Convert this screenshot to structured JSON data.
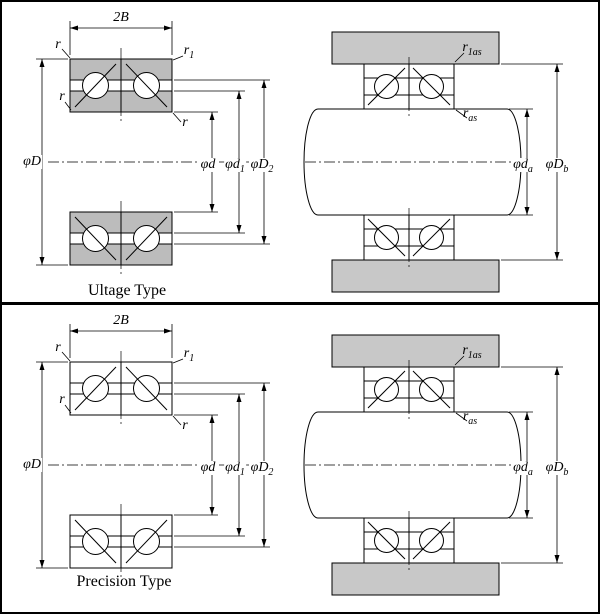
{
  "panels": [
    {
      "caption": "Ultage Type",
      "left": {
        "two_b": "2B",
        "r_top_left": "r",
        "r1_top_right": {
          "base": "r",
          "sub": "1"
        },
        "r_inner_left": "r",
        "r_inner_right": "r",
        "outer_diameter": "φD",
        "bore_diameter": "φd",
        "d1": {
          "base": "φd",
          "sub": "1"
        },
        "D2": {
          "base": "φD",
          "sub": "2"
        }
      },
      "right": {
        "r1as": {
          "base": "r",
          "sub": "1as"
        },
        "ras": {
          "base": "r",
          "sub": "as"
        },
        "da": {
          "base": "φd",
          "sub": "a"
        },
        "Db": {
          "base": "φD",
          "sub": "b"
        }
      }
    },
    {
      "caption": "Precision Type",
      "left": {
        "two_b": "2B",
        "r_top_left": "r",
        "r1_top_right": {
          "base": "r",
          "sub": "1"
        },
        "r_inner_left": "r",
        "r_inner_right": "r",
        "outer_diameter": "φD",
        "bore_diameter": "φd",
        "d1": {
          "base": "φd",
          "sub": "1"
        },
        "D2": {
          "base": "φD",
          "sub": "2"
        }
      },
      "right": {
        "r1as": {
          "base": "r",
          "sub": "1as"
        },
        "ras": {
          "base": "r",
          "sub": "as"
        },
        "da": {
          "base": "φd",
          "sub": "a"
        },
        "Db": {
          "base": "φD",
          "sub": "b"
        }
      }
    }
  ],
  "colors": {
    "housing_gray": "#c8c8c8",
    "ring_gray": "#bcbcbc",
    "line_color": "#000000"
  }
}
